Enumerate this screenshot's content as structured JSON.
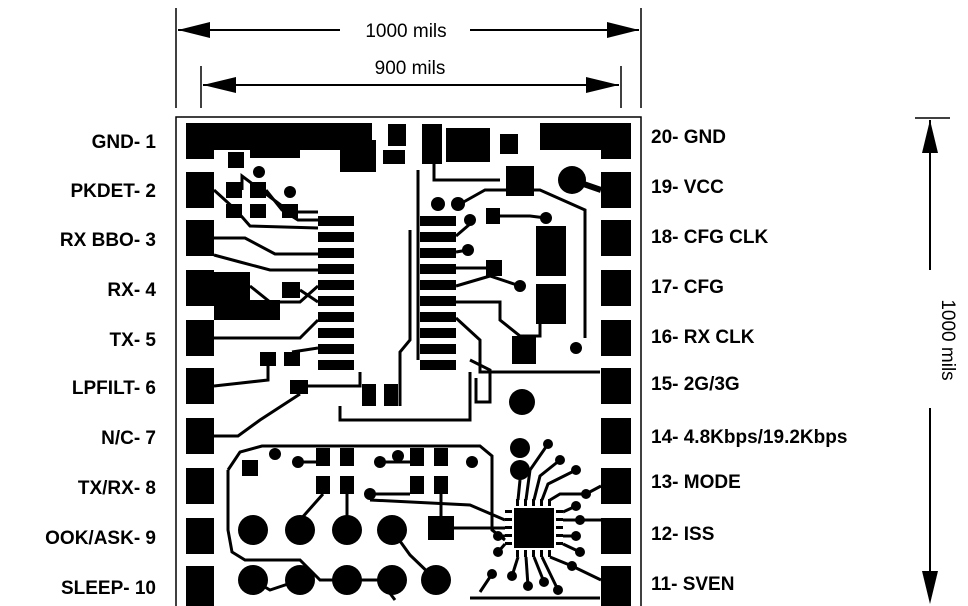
{
  "dimensions": {
    "top_outer": "1000 mils",
    "top_inner": "900 mils",
    "right": "1000 mils"
  },
  "left_pins": [
    "GND- 1",
    "PKDET- 2",
    "RX BBO- 3",
    "RX- 4",
    "TX- 5",
    "LPFILT- 6",
    "N/C- 7",
    "TX/RX- 8",
    "OOK/ASK- 9",
    "SLEEP- 10"
  ],
  "right_pins": [
    "20- GND",
    "19- VCC",
    "18- CFG CLK",
    "17- CFG",
    "16- RX CLK",
    "15- 2G/3G",
    "14-  4.8Kbps/19.2Kbps",
    "13- MODE",
    "12- ISS",
    "11- SVEN"
  ],
  "colors": {
    "ink": "#000000",
    "background": "#ffffff"
  }
}
